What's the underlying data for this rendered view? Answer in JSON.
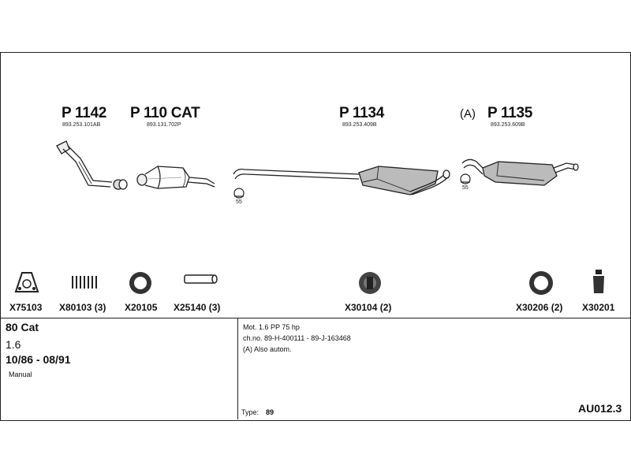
{
  "parts": [
    {
      "code": "P 1142",
      "ref": "893.253.101AB"
    },
    {
      "code": "P 110 CAT",
      "ref": "893.131.702P"
    },
    {
      "code": "P 1134",
      "ref": "893.253.409B"
    },
    {
      "code": "P 1135",
      "ref": "893.253.609B",
      "prefix": "(A)"
    }
  ],
  "clamp_size": "55",
  "accessories": [
    {
      "code": "X75103",
      "icon": "gasket-icon"
    },
    {
      "code": "X80103 (3)",
      "icon": "spring-icon"
    },
    {
      "code": "X20105",
      "icon": "ring-icon"
    },
    {
      "code": "X25140 (3)",
      "icon": "pipe-icon"
    },
    {
      "code": "X30104 (2)",
      "icon": "rubber-mount-icon"
    },
    {
      "code": "X30206 (2)",
      "icon": "ring-icon"
    },
    {
      "code": "X30201",
      "icon": "hanger-icon"
    }
  ],
  "vehicle": {
    "model": "80 Cat",
    "engine": "1.6",
    "period": "10/86 - 08/91",
    "transmission": "Manual"
  },
  "notes": {
    "motor": "Mot. 1.6 PP 75 hp",
    "chassis": "ch.no. 89-H-400111 - 89-J-163468",
    "variant": "(A) Also autom."
  },
  "type": {
    "label": "Type:",
    "value": "89"
  },
  "diagram_code": "AU012.3"
}
